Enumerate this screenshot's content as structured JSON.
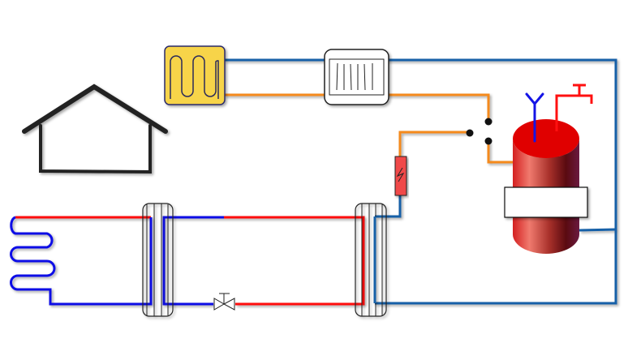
{
  "diagram": {
    "title": "",
    "type": "heat-pump-schematic",
    "colors": {
      "hot_refrigerant": "#ff0000",
      "cold_refrigerant": "#0000ff",
      "water_supply": "#1560a8",
      "water_return": "#f58a1f",
      "underfloor_panel": "#f7d44a",
      "tank_top": "#e00000",
      "heater_element": "#f04848",
      "outline": "#222222"
    },
    "components": [
      {
        "id": "house",
        "icon": "house-icon"
      },
      {
        "id": "underfloor-heating",
        "icon": "underfloor-coil-icon"
      },
      {
        "id": "radiator",
        "icon": "radiator-icon"
      },
      {
        "id": "three-way-valve",
        "icon": "switch-valve-icon"
      },
      {
        "id": "electric-heater",
        "icon": "heater-element-icon"
      },
      {
        "id": "hot-water-tank",
        "icon": "cylinder-tank-icon",
        "label": ""
      },
      {
        "id": "cold-water-inlet",
        "icon": "y-inlet-icon"
      },
      {
        "id": "hot-water-tap",
        "icon": "tap-icon"
      },
      {
        "id": "ground-collector",
        "icon": "ground-loop-icon"
      },
      {
        "id": "evaporator",
        "icon": "plate-heat-exchanger-icon"
      },
      {
        "id": "condenser",
        "icon": "plate-heat-exchanger-icon"
      },
      {
        "id": "expansion-valve",
        "icon": "valve-icon"
      }
    ]
  }
}
